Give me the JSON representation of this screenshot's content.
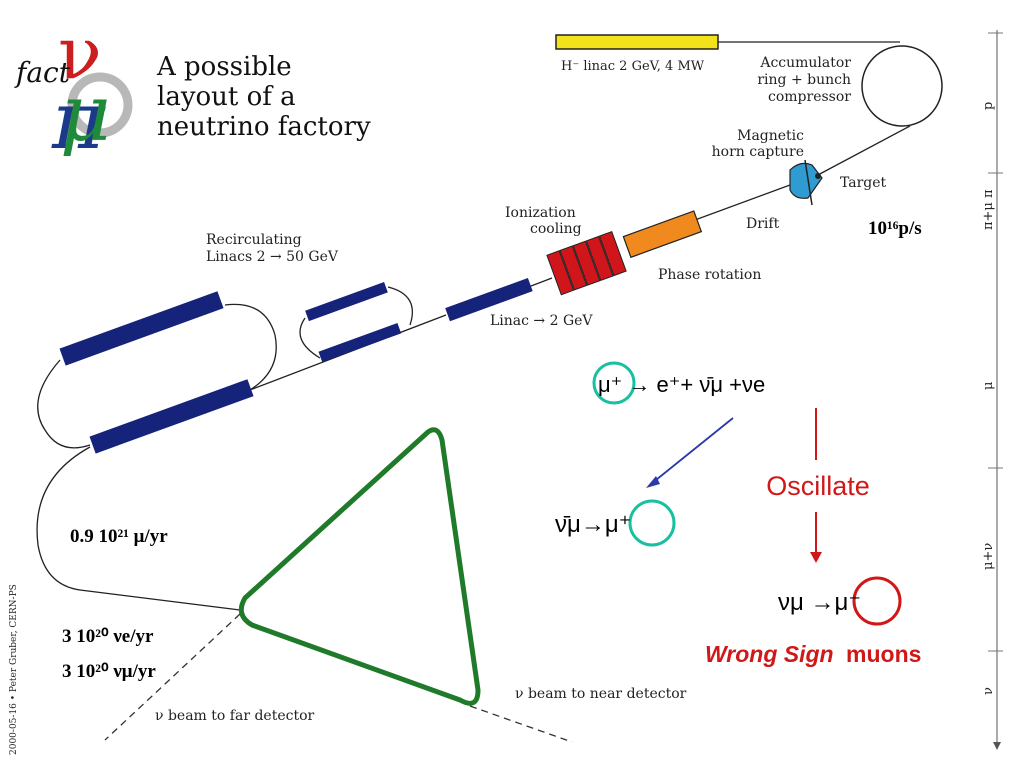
{
  "title_lines": [
    "A possible",
    "layout of a",
    "neutrino factory"
  ],
  "logo": {
    "text": "fact",
    "greek": "πνμ"
  },
  "labels": {
    "hminus_linac": "H⁻ linac 2 GeV, 4 MW",
    "accumulator": [
      "Accumulator",
      "ring + bunch",
      "compressor"
    ],
    "magnetic_horn": [
      "Magnetic",
      "horn capture"
    ],
    "target": "Target",
    "ionization_cooling": [
      "Ionization",
      "cooling"
    ],
    "drift": "Drift",
    "phase_rotation": "Phase rotation",
    "recirculating": [
      "Recirculating",
      "Linacs 2 → 50 GeV"
    ],
    "linac": "Linac → 2 GeV",
    "beam_far": "ν beam to far detector",
    "beam_near": "ν beam to near detector",
    "credit": "2000-05-16 • Peter Gruber, CERN-PS"
  },
  "rates": {
    "protons": "10¹⁶p/s",
    "muons": "0.9 10²¹ μ/yr",
    "nu_e": "3 10²⁰ νe/yr",
    "nu_mu": "3 10²⁰ νμ/yr"
  },
  "physics": {
    "decay": "μ⁺ → e⁺+ ν̄μ +νe",
    "oscillate": "Oscillate",
    "antinu_to_mu": "ν̄μ→μ⁺",
    "nu_to_muminus": "νμ →μ⁻",
    "wrong_sign": "Wrong Sign",
    "muons": "muons"
  },
  "scale_labels": [
    "p",
    "π+μ π",
    "μ",
    "μ+ν",
    "ν"
  ],
  "colors": {
    "magnet": "#15237a",
    "linac_yellow": "#f2e21a",
    "phase_orange": "#f08a1e",
    "cooling_red": "#d0161a",
    "horn_blue": "#2f9bd0",
    "decay_ring": "#1f7a2a",
    "circle_teal": "#18c0a0",
    "wrong_red": "#d01818",
    "arrow_blue": "#2a3aa8"
  }
}
